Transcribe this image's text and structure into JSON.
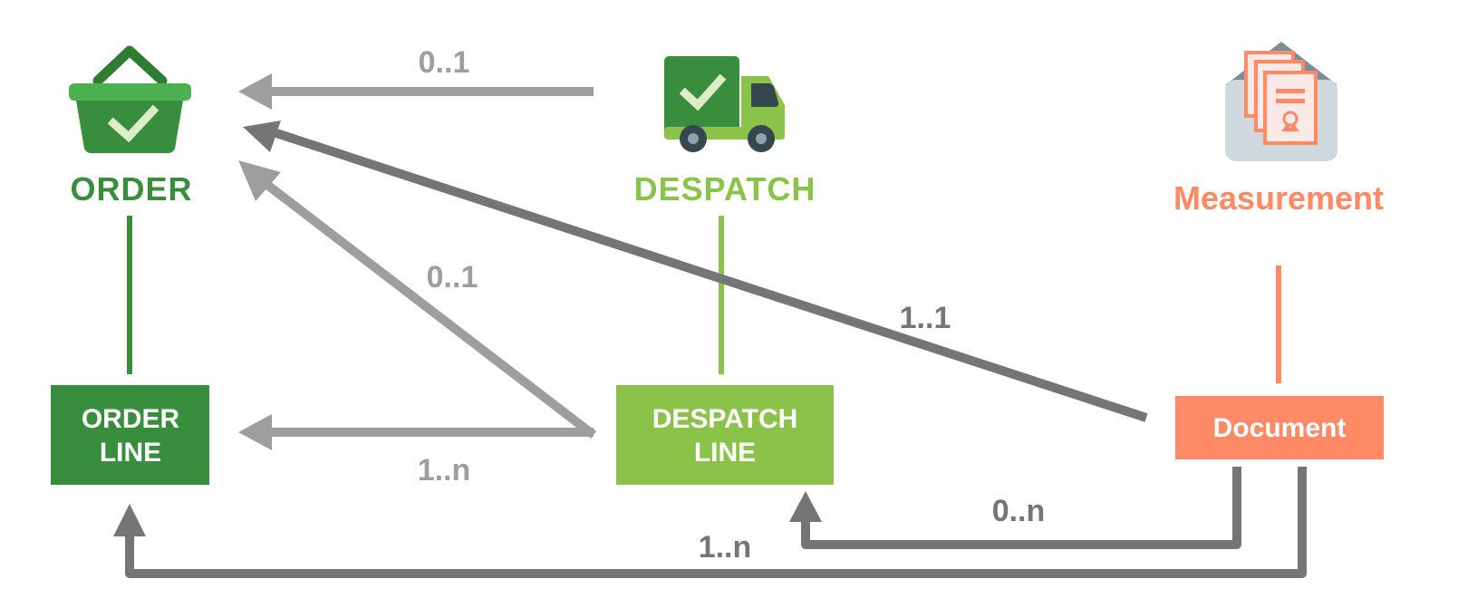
{
  "entities": {
    "order": {
      "title": "ORDER",
      "color": "#388e3c",
      "icon": "shopping-basket-icon"
    },
    "despatch": {
      "title": "DESPATCH",
      "color": "#8bc34a",
      "icon": "delivery-truck-icon"
    },
    "measurement": {
      "title": "Measurement",
      "color": "#ff8a65",
      "icon": "certificate-envelope-icon"
    },
    "order_line": {
      "line1": "ORDER",
      "line2": "LINE",
      "color": "#388e3c"
    },
    "despatch_line": {
      "line1": "DESPATCH",
      "line2": "LINE",
      "color": "#8bc34a"
    },
    "document": {
      "title": "Document",
      "color": "#ff8a65"
    }
  },
  "relations": {
    "despatch_to_order": {
      "cardinality": "0..1",
      "color": "#9e9e9e"
    },
    "despatch_line_to_order": {
      "cardinality": "0..1",
      "color": "#9e9e9e"
    },
    "despatch_line_to_order_line": {
      "cardinality": "1..n",
      "color": "#9e9e9e"
    },
    "document_to_order": {
      "cardinality": "1..1",
      "color": "#757575"
    },
    "document_to_despatch_line": {
      "cardinality": "0..n",
      "color": "#757575"
    },
    "document_to_order_line": {
      "cardinality": "1..n",
      "color": "#757575"
    }
  }
}
